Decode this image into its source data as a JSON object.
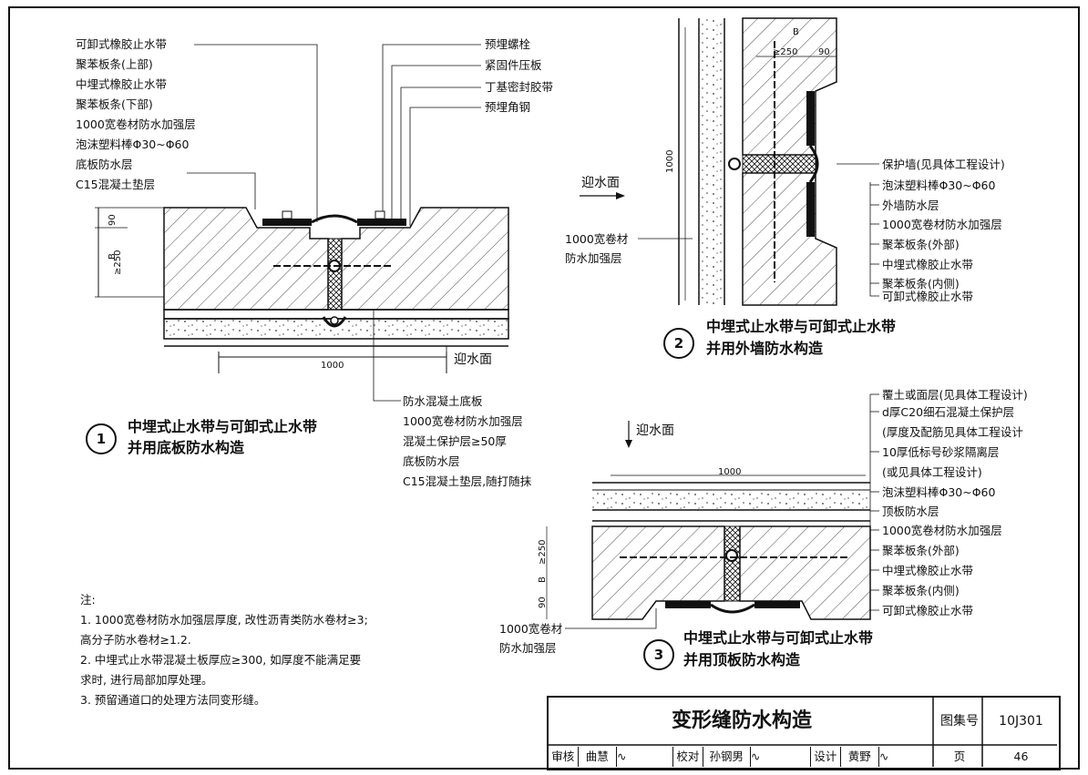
{
  "detail1": {
    "number": "1",
    "title_line1": "中埋式止水带与可卸式止水带",
    "title_line2": "并用底板防水构造",
    "labels_left": [
      "可卸式橡胶止水带",
      "聚苯板条(上部)",
      "中埋式橡胶止水带",
      "聚苯板条(下部)",
      "1000宽卷材防水加强层",
      "泡沫塑料棒Φ30~Φ60",
      "底板防水层",
      "C15混凝土垫层"
    ],
    "labels_right": [
      "预埋螺栓",
      "紧固件压板",
      "丁基密封胶带",
      "预埋角钢"
    ],
    "labels_bottom": [
      "防水混凝土底板",
      "1000宽卷材防水加强层",
      "混凝土保护层≥50厚",
      "底板防水层",
      "C15混凝土垫层,随打随抹"
    ],
    "dim_width": "1000",
    "dim_90": "90",
    "dim_B": "B",
    "dim_250": "≥250",
    "water_face": "迎水面"
  },
  "detail2": {
    "number": "2",
    "title_line1": "中埋式止水带与可卸式止水带",
    "title_line2": "并用外墙防水构造",
    "labels_right": [
      "保护墙(见具体工程设计)",
      "泡沫塑料棒Φ30~Φ60",
      "外墙防水层",
      "1000宽卷材防水加强层",
      "聚苯板条(外部)",
      "中埋式橡胶止水带",
      "聚苯板条(内侧)",
      "可卸式橡胶止水带"
    ],
    "label_left_1": "1000宽卷材",
    "label_left_2": "防水加强层",
    "water_face": "迎水面",
    "dim_height": "1000",
    "dim_250": "≥250",
    "dim_B": "B",
    "dim_90": "90"
  },
  "detail3": {
    "number": "3",
    "title_line1": "中埋式止水带与可卸式止水带",
    "title_line2": "并用顶板防水构造",
    "labels_right": [
      "覆土或面层(见具体工程设计)",
      "d厚C20细石混凝土保护层",
      "(厚度及配筋见具体工程设计",
      "10厚低标号砂浆隔离层",
      "(或见具体工程设计)",
      "泡沫塑料棒Φ30~Φ60",
      "顶板防水层",
      "1000宽卷材防水加强层",
      "聚苯板条(外部)",
      "中埋式橡胶止水带",
      "聚苯板条(内侧)",
      "可卸式橡胶止水带"
    ],
    "label_left_1": "1000宽卷材",
    "label_left_2": "防水加强层",
    "water_face": "迎水面",
    "dim_width": "1000",
    "dim_250": "≥250",
    "dim_B": "B",
    "dim_90": "90"
  },
  "notes": {
    "heading": "注:",
    "lines": [
      "1. 1000宽卷材防水加强层厚度, 改性沥青类防水卷材≥3;",
      "    高分子防水卷材≥1.2.",
      "2. 中埋式止水带混凝土板厚应≥300, 如厚度不能满足要",
      "    求时, 进行局部加厚处理。",
      "3. 预留通道口的处理方法同变形缝。"
    ]
  },
  "title_block": {
    "title": "变形缝防水构造",
    "atlas_label": "图集号",
    "atlas_no": "10J301",
    "review_label": "审核",
    "review_name": "曲慧",
    "check_label": "校对",
    "check_name": "孙钢男",
    "design_label": "设计",
    "design_name": "黄野",
    "page_label": "页",
    "page_no": "46"
  }
}
